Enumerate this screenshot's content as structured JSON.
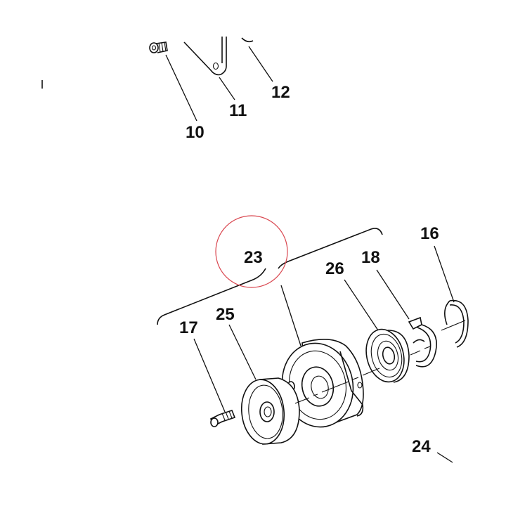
{
  "diagram": {
    "labels": {
      "p10": "10",
      "p11": "11",
      "p12": "12",
      "p16": "16",
      "p17": "17",
      "p18": "18",
      "p23": "23",
      "p24": "24",
      "p25": "25",
      "p26": "26"
    },
    "colors": {
      "line": "#111111",
      "background": "#ffffff",
      "highlight_circle": "#d9464f"
    }
  }
}
